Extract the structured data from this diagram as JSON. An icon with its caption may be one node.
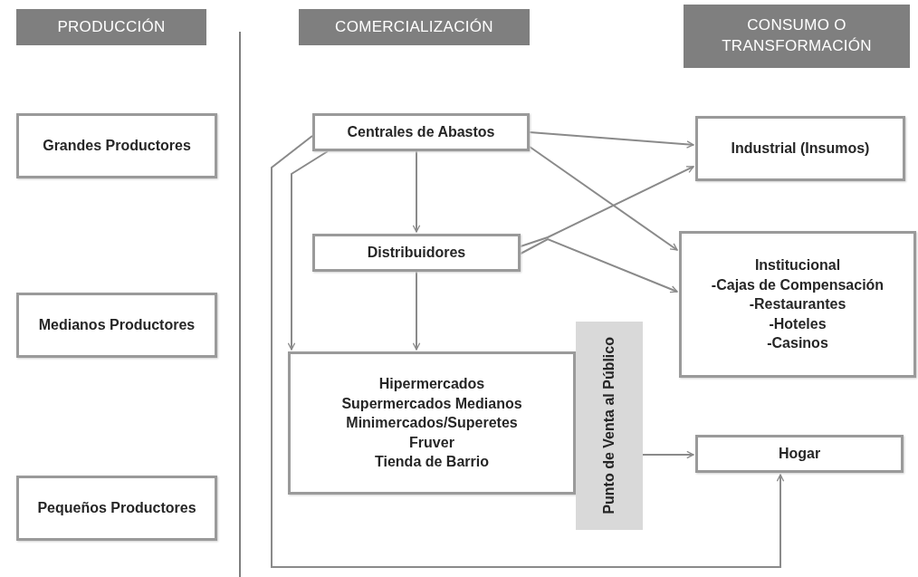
{
  "diagram": {
    "nodes": [
      {
        "text": [
          "PRODUCCIÓN"
        ]
      },
      {
        "text": [
          "COMERCIALIZACIÓN"
        ]
      },
      {
        "text": [
          "CONSUMO O TRANSFORMACIÓN"
        ]
      },
      {
        "text": [
          "Grandes Productores"
        ]
      },
      {
        "text": [
          "Medianos Productores"
        ]
      },
      {
        "text": [
          "Pequeños Productores"
        ]
      },
      {
        "text": [
          "Centrales de Abastos"
        ]
      },
      {
        "text": [
          "Distribuidores"
        ]
      },
      {
        "text": [
          "Hipermercados",
          "Supermercados Medianos",
          "Minimercados/Superetes",
          "Fruver",
          "Tienda de Barrio"
        ]
      },
      {
        "text": [
          "Punto de Venta al Público"
        ]
      },
      {
        "text": [
          "Industrial (Insumos)"
        ]
      },
      {
        "text": [
          "Institucional",
          "-Cajas de Compensación",
          "-Restaurantes",
          "-Hoteles",
          "-Casinos"
        ]
      },
      {
        "text": [
          "Hogar"
        ]
      }
    ],
    "edges": [
      {
        "from": 6,
        "to": 10,
        "arrow": "to"
      },
      {
        "from": 6,
        "to": 11,
        "arrow": "to"
      },
      {
        "from": 6,
        "to": 7,
        "arrow": "to"
      },
      {
        "from": 7,
        "to": 10,
        "arrow": "to"
      },
      {
        "from": 7,
        "to": 11,
        "arrow": "to"
      },
      {
        "from": 7,
        "to": 8,
        "arrow": "to"
      },
      {
        "from": 6,
        "to": 8,
        "arrow": "to"
      },
      {
        "from": 6,
        "to": 12,
        "arrow": "to"
      },
      {
        "from": 9,
        "to": 12,
        "arrow": "to"
      }
    ]
  }
}
